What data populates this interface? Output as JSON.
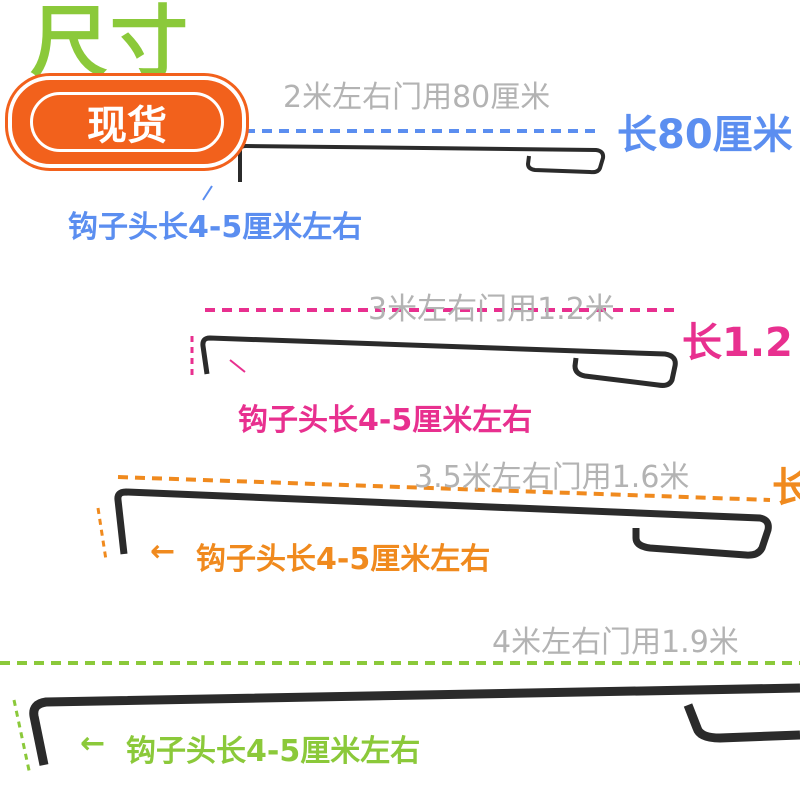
{
  "header": {
    "title": "尺寸",
    "badge": "现货"
  },
  "rows": [
    {
      "door": "2米左右门用80厘米",
      "length": "长80厘米",
      "hook_note": "钩子头长4-5厘米左右",
      "color": "#5b8ef0"
    },
    {
      "door": "3米左右门用1.2米",
      "length": "长1.2",
      "hook_note": "钩子头长4-5厘米左右",
      "color": "#e8308f"
    },
    {
      "door": "3.5米左右门用1.6米",
      "length": "长",
      "hook_note": "钩子头长4-5厘米左右",
      "arrow": "←",
      "color": "#f08a1e"
    },
    {
      "door": "4米左右门用1.9米",
      "length": "",
      "hook_note": "钩子头长4-5厘米左右",
      "arrow": "←",
      "color": "#8bc93a"
    }
  ]
}
